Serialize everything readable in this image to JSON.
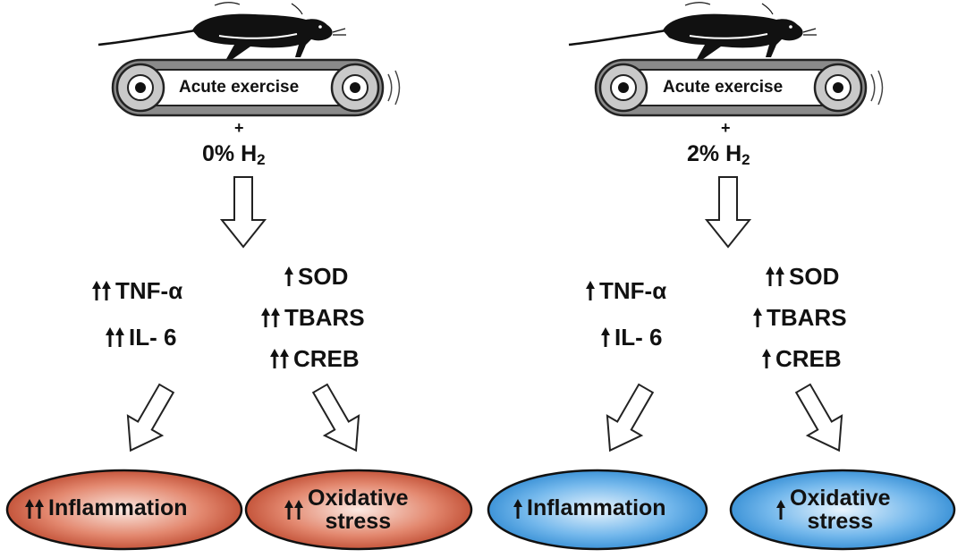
{
  "panels": [
    {
      "exercise_label": "Acute exercise",
      "plus": "+",
      "h2_percent": "0%",
      "h2_symbol": "H",
      "h2_subscript": "2",
      "inflammation_markers": [
        {
          "label": "TNF-α",
          "arrows": 2
        },
        {
          "label": "IL- 6",
          "arrows": 2
        }
      ],
      "oxidative_markers": [
        {
          "label": "SOD",
          "arrows": 1
        },
        {
          "label": "TBARS",
          "arrows": 2
        },
        {
          "label": "CREB",
          "arrows": 2
        }
      ],
      "outcome_inflammation": {
        "label": "Inflammation",
        "arrows": 2,
        "color": "#c2452a"
      },
      "outcome_oxidative": {
        "line1": "Oxidative",
        "line2": "stress",
        "arrows": 2,
        "color": "#c2452a"
      }
    },
    {
      "exercise_label": "Acute exercise",
      "plus": "+",
      "h2_percent": "2%",
      "h2_symbol": "H",
      "h2_subscript": "2",
      "inflammation_markers": [
        {
          "label": "TNF-α",
          "arrows": 1
        },
        {
          "label": "IL- 6",
          "arrows": 1
        }
      ],
      "oxidative_markers": [
        {
          "label": "SOD",
          "arrows": 2
        },
        {
          "label": "TBARS",
          "arrows": 1
        },
        {
          "label": "CREB",
          "arrows": 1
        }
      ],
      "outcome_inflammation": {
        "label": "Inflammation",
        "arrows": 1,
        "color": "#2f8fd8"
      },
      "outcome_oxidative": {
        "line1": "Oxidative",
        "line2": "stress",
        "arrows": 1,
        "color": "#2f8fd8"
      }
    }
  ]
}
